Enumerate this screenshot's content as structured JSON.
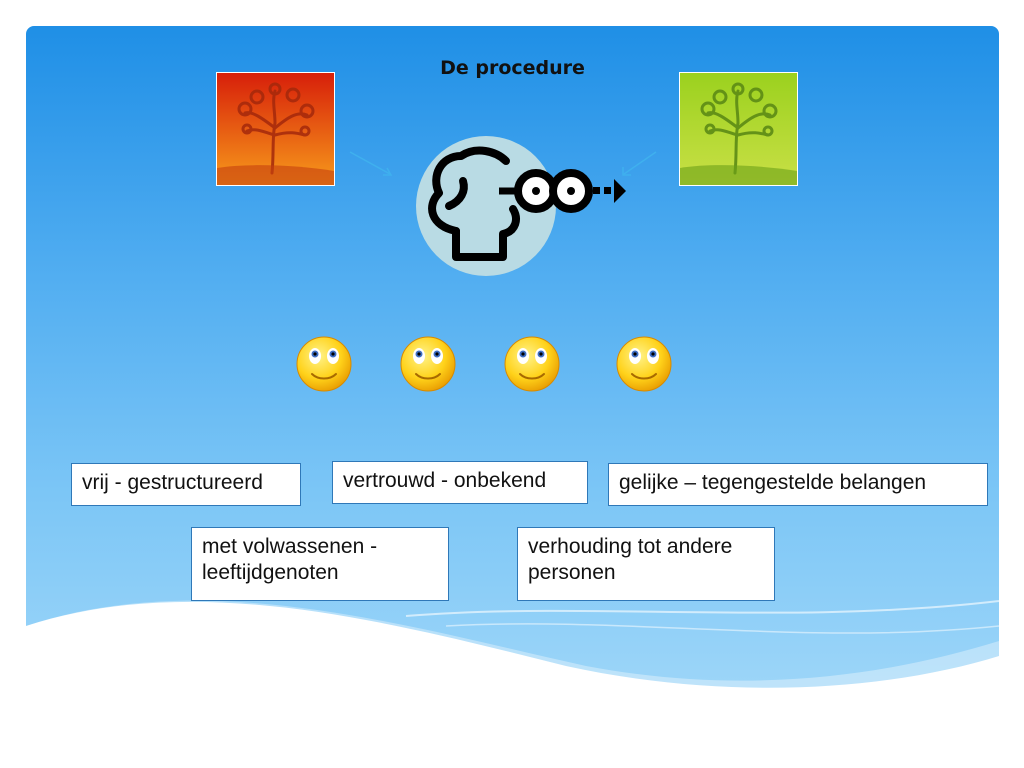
{
  "slide": {
    "title": "De procedure",
    "colors": {
      "background_top": "#1f8fe6",
      "background_bottom": "#a6daf9",
      "head_circle": "#b9dbe4",
      "tree_red": "#e8400a",
      "tree_green": "#8fc21a"
    },
    "images": {
      "left_tree": "tree-red-icon",
      "right_tree": "tree-green-icon",
      "center": "person-with-glasses-icon",
      "faces": [
        "smiley-face-icon",
        "smiley-face-icon",
        "smiley-face-icon",
        "smiley-face-icon"
      ]
    },
    "labels": [
      "vrij - gestructureerd",
      "vertrouwd - onbekend",
      "gelijke – tegengestelde belangen",
      "met volwassenen - leeftijdgenoten",
      "verhouding tot andere personen"
    ]
  }
}
